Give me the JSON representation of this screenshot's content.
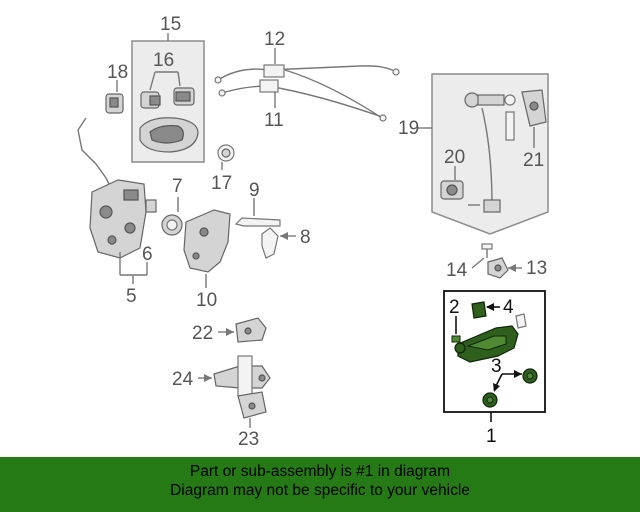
{
  "callouts": [
    "15",
    "16",
    "18",
    "12",
    "11",
    "19",
    "20",
    "21",
    "17",
    "7",
    "9",
    "8",
    "6",
    "5",
    "10",
    "14",
    "13",
    "2",
    "4",
    "3",
    "1",
    "22",
    "24",
    "23"
  ],
  "banner": {
    "line1": "Part or sub-assembly is #1 in diagram",
    "line2": "Diagram may not be specific to your vehicle"
  },
  "colors": {
    "banner_bg": "#267a16",
    "highlight_part": "#2e5f1c"
  }
}
